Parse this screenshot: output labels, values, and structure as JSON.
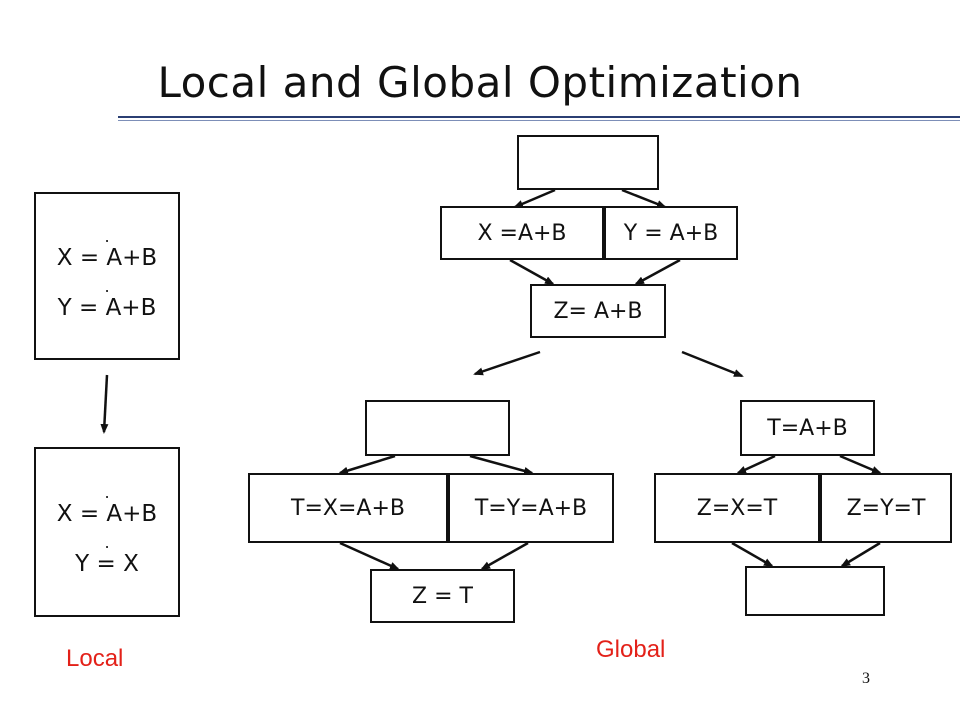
{
  "slide": {
    "title": "Local and Global Optimization",
    "page_number": "3"
  },
  "local": {
    "caption": "Local",
    "before_block": {
      "dot1": ".",
      "line1": "X = A+B",
      "dot2": ".",
      "line2": "Y = A+B"
    },
    "after_block": {
      "dot1": ".",
      "line1": "X = A+B",
      "dot2": ".",
      "line2": "Y = X"
    }
  },
  "global": {
    "caption": "Global",
    "top_graph": {
      "entry": "",
      "left": "X =A+B",
      "right": "Y = A+B",
      "join": "Z= A+B"
    },
    "left_graph": {
      "entry": "",
      "left": "T=X=A+B",
      "right": "T=Y=A+B",
      "join": "Z = T"
    },
    "right_graph": {
      "entry": "T=A+B",
      "left": "Z=X=T",
      "right": "Z=Y=T",
      "join": ""
    }
  }
}
